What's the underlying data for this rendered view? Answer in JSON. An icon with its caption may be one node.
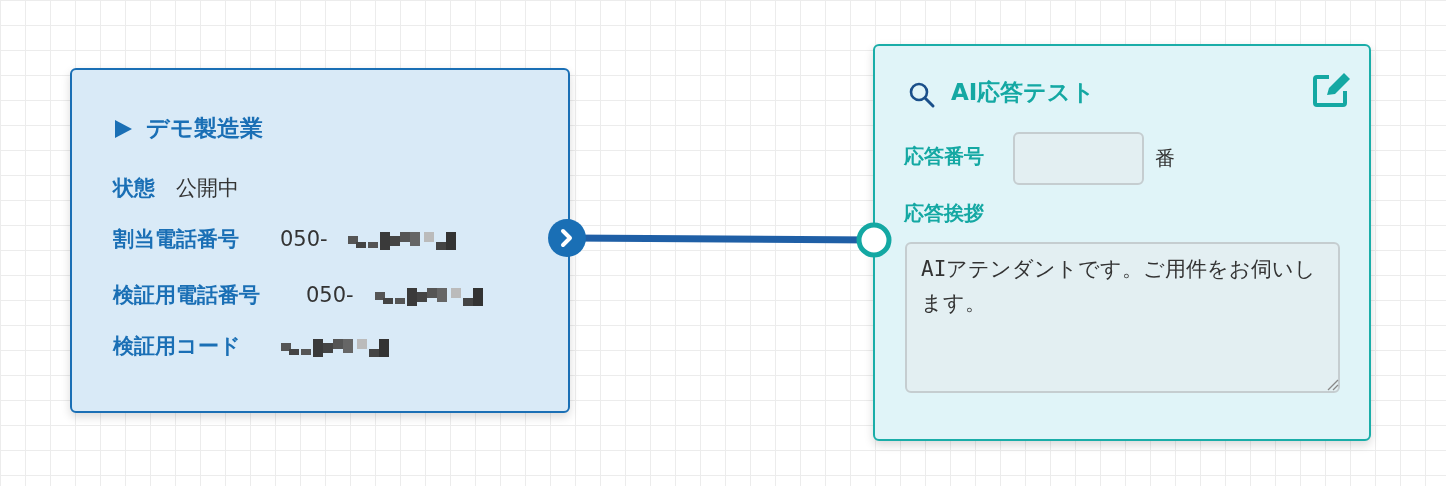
{
  "diagram": {
    "nodes": [
      {
        "text": [
          "デモ製造業",
          "状態",
          "公開中",
          "割当電話番号",
          "050-",
          "検証用電話番号",
          "050-",
          "検証用コード"
        ]
      },
      {
        "text": [
          "AI応答テスト",
          "応答番号",
          "番",
          "応答挨拶",
          "AIアテンダントです。ご用件をお伺いします。"
        ]
      }
    ],
    "edges": [
      {
        "from": 0,
        "to": 1,
        "arrow": "none",
        "color": "#1f5fa6"
      }
    ]
  }
}
